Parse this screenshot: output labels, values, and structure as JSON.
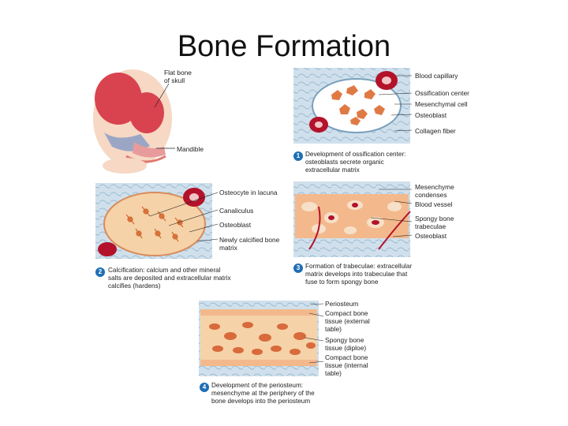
{
  "title": "Bone Formation",
  "skull": {
    "label_flat_bone": "Flat bone\nof skull",
    "label_mandible": "Mandible"
  },
  "step1": {
    "number": "1",
    "caption": "Development of ossification center:\nosteoblasts secrete organic\nextracellular matrix",
    "labels": [
      "Blood capillary",
      "Ossification center",
      "Mesenchymal cell",
      "Osteoblast",
      "Collagen fiber"
    ]
  },
  "step2": {
    "number": "2",
    "caption": "Calcification: calcium and other mineral\nsalts are deposited and extracellular matrix\ncalcifies (hardens)",
    "labels": [
      "Osteocyte in lacuna",
      "Canaliculus",
      "Osteoblast",
      "Newly calcified bone\nmatrix"
    ]
  },
  "step3": {
    "number": "3",
    "caption": "Formation of trabeculae: extracellular\nmatrix develops into trabeculae that\nfuse to form spongy bone",
    "labels": [
      "Mesenchyme\ncondenses",
      "Blood vessel",
      "Spongy bone\ntrabeculae",
      "Osteoblast"
    ]
  },
  "step4": {
    "number": "4",
    "caption": "Development of the periosteum:\nmesenchyme at the periphery of the\nbone develops into the periosteum",
    "labels": [
      "Periosteum",
      "Compact bone\ntissue (external\ntable)",
      "Spongy bone\ntissue (diploe)",
      "Compact bone\ntissue (internal\ntable)"
    ]
  },
  "colors": {
    "tissue_bg": "#cfe0ec",
    "fiber": "#8fb0c8",
    "matrix": "#f6d2a8",
    "osteoblast": "#e07a45",
    "blood": "#b3122a",
    "bone_spongy": "#f3b98c",
    "number_badge": "#1f6fb5"
  }
}
